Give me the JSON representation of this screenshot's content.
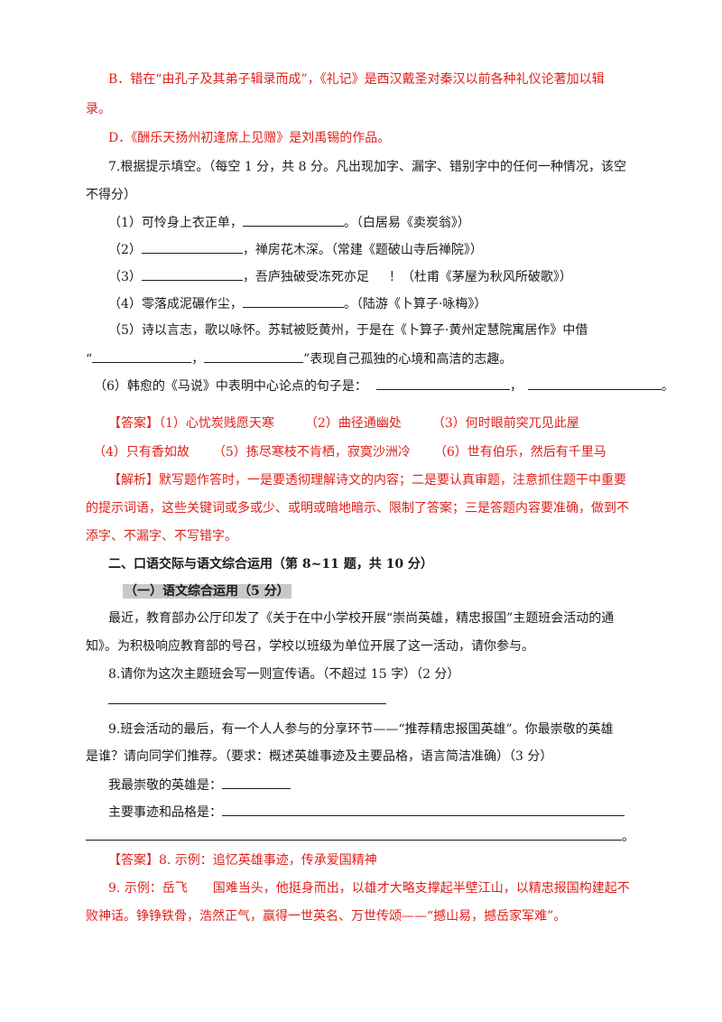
{
  "q6_explain": {
    "b_line1": "B．错在“由孔子及其弟子辑录而成”，《礼记》是西汉戴圣对秦汉以前各种礼仪论著加以辑",
    "b_line2": "录。",
    "d_line": "D．《酬乐天扬州初逢席上见赠》是刘禹锡的作品。"
  },
  "q7": {
    "stem_line1": "7.根据提示填空。（每空 1 分，共 8 分。凡出现加字、漏字、错别字中的任何一种情况，该空",
    "stem_line2": "不得分）",
    "item1_a": "（1）可怜身上衣正单，",
    "item1_b": "。（白居易《卖炭翁》）",
    "item2_a": "（2）",
    "item2_b": "，禅房花木深。（常建《题破山寺后禅院》）",
    "item3_a": "（3）",
    "item3_b": "，吾庐独破受冻死亦足",
    "item3_c": "！（杜甫《茅屋为秋风所破歌》）",
    "item4_a": "（4）零落成泥碾作尘，",
    "item4_b": "。（陆游《卜算子·咏梅》）",
    "item5_line1": "（5）诗以言志，歌以咏怀。苏轼被贬黄州，于是在《卜算子·黄州定慧院寓居作》中借",
    "item5_a": "“",
    "item5_b": "，",
    "item5_c": "”表现自己孤独的心境和高洁的志趣。",
    "item6_a": "（6）韩愈的《马说》中表明中心论点的句子是：",
    "item6_b": "，",
    "item6_c": "。"
  },
  "answer7": {
    "tag": "【答案】",
    "a1": "（1）心忧炭贱愿天寒",
    "a2": "（2）曲径通幽处",
    "a3": "（3）何时眼前突兀见此屋",
    "a4": "（4）只有香如故",
    "a5": "（5）拣尽寒枝不肯栖，寂寞沙洲冷",
    "a6": "（6）世有伯乐，然后有千里马",
    "analysis_tag": "【解析】",
    "analysis_line1": "默写题作答时，一是要透彻理解诗文的内容；二是要认真审题，注意抓住题干中重要",
    "analysis_line2": "的提示词语，这些关键词或多或少、或明或暗地暗示、限制了答案；三是答题内容要准确，做到不",
    "analysis_line3": "添字、不漏字、不写错字。"
  },
  "section2": {
    "heading": "二、口语交际与语文综合运用（第 8~11 题，共 10 分）",
    "sub_heading": "（一）语文综合运用（5 分）",
    "intro_line1": "最近，教育部办公厅印发了《关于在中小学校开展“崇尚英雄，精忠报国”主题班会活动的通",
    "intro_line2": "知》。为积极响应教育部的号召，学校以班级为单位开展了这一活动，请你参与。",
    "q8": "8.请你为这次主题班会写一则宣传语。（不超过 15 字）（2 分）",
    "q9_line1": "9.班会活动的最后，有一个人人参与的分享环节——“推荐精忠报国英雄”。你最崇敬的英雄",
    "q9_line2": "是谁？请向同学们推荐。（要求：概述英雄事迹及主要品格，语言简洁准确）（3 分）",
    "hero_label": "我最崇敬的英雄是：",
    "deeds_label": "主要事迹和品格是：",
    "end_mark": "。"
  },
  "answer89": {
    "tag": "【答案】",
    "a8": "8. 示例：追忆英雄事迹，传承爱国精神",
    "a9_line1": "9. 示例：岳飞　　国难当头，他挺身而出，以雄才大略支撑起半壁江山，以精忠报国构建起不",
    "a9_line2": "败神话。铮铮铁骨，浩然正气，赢得一世英名、万世传颂——“撼山易，撼岳家军难”。"
  },
  "colors": {
    "answer_red": "#e0201b",
    "text": "#1a1a1a",
    "highlight": "#c8c8c8"
  }
}
